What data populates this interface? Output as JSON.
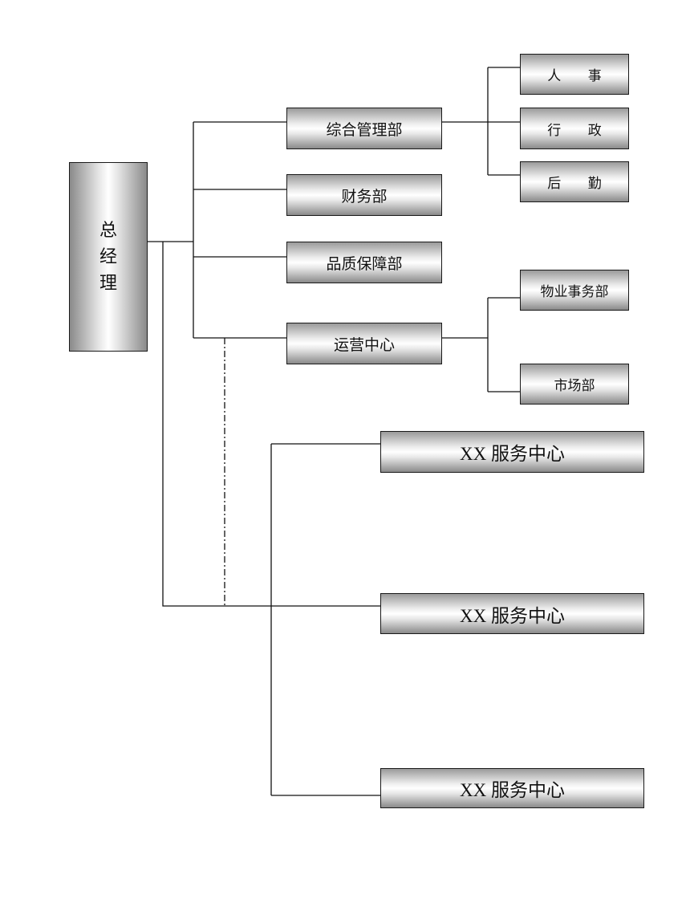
{
  "root": {
    "lines": [
      "总",
      "经",
      "理"
    ]
  },
  "departments": [
    "综合管理部",
    "财务部",
    "品质保障部",
    "运营中心"
  ],
  "admin_subunits": [
    "人 事",
    "行 政",
    "后 勤"
  ],
  "operations_subunits": [
    "物业事务部",
    "市场部"
  ],
  "service_centers": [
    "XX 服务中心",
    "XX 服务中心",
    "XX 服务中心"
  ]
}
